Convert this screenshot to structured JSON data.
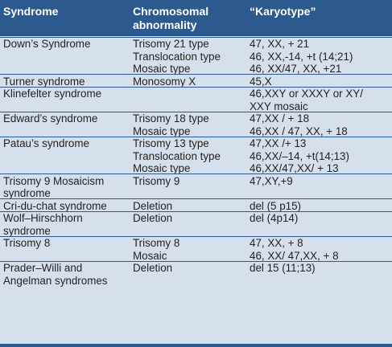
{
  "header": {
    "syndrome": "Syndrome",
    "abnormality_line1": "Chromosomal",
    "abnormality_line2": "abnormality",
    "karyotype": "“Karyotype”"
  },
  "rows": [
    {
      "syndrome": [
        "Down’s Syndrome"
      ],
      "abnormality": [
        "Trisomy 21 type",
        "Translocation type",
        "Mosaic type"
      ],
      "karyotype": [
        "47, XX, + 21",
        "46, XX,-14, +t (14;21)",
        "46, XX/47, XX, +21"
      ]
    },
    {
      "syndrome": [
        "Turner syndrome"
      ],
      "abnormality": [
        "Monosomy X"
      ],
      "karyotype": [
        "45,X"
      ]
    },
    {
      "syndrome": [
        "Klinefelter syndrome"
      ],
      "abnormality": [],
      "karyotype": [
        "46,XXY or XXXY or XY/",
        "XXY mosaic"
      ]
    },
    {
      "syndrome": [
        "Edward’s syndrome"
      ],
      "abnormality": [
        "Trisomy 18 type",
        "Mosaic type"
      ],
      "karyotype": [
        "47,XX / + 18",
        "46,XX / 47, XX, + 18"
      ]
    },
    {
      "syndrome": [
        "Patau’s syndrome"
      ],
      "abnormality": [
        "Trisomy 13 type",
        "Translocation type",
        "Mosaic type"
      ],
      "karyotype": [
        "47,XX /+ 13",
        "46,XX/–14, +t(14;13)",
        "46,XX/47,XX/ + 13"
      ]
    },
    {
      "syndrome": [
        "Trisomy 9 Mosaicism",
        "syndrome"
      ],
      "abnormality": [
        "Trisomy 9"
      ],
      "karyotype": [
        "47,XY,+9"
      ]
    },
    {
      "syndrome": [
        "Cri-du-chat syndrome"
      ],
      "abnormality": [
        "Deletion"
      ],
      "karyotype": [
        "del (5 p15)"
      ]
    },
    {
      "syndrome": [
        "Wolf–Hirschhorn",
        "syndrome"
      ],
      "abnormality": [
        "Deletion"
      ],
      "karyotype": [
        "del (4p14)"
      ]
    },
    {
      "syndrome": [
        "Trisomy 8"
      ],
      "abnormality": [
        "Trisomy 8",
        "Mosaic"
      ],
      "karyotype": [
        "47, XX, + 8",
        "46, XX/ 47,XX, + 8"
      ]
    },
    {
      "syndrome": [
        "Prader–Willi and",
        "Angelman syndromes"
      ],
      "abnormality": [
        "Deletion"
      ],
      "karyotype": [
        "del 15 (11;13)"
      ]
    }
  ]
}
